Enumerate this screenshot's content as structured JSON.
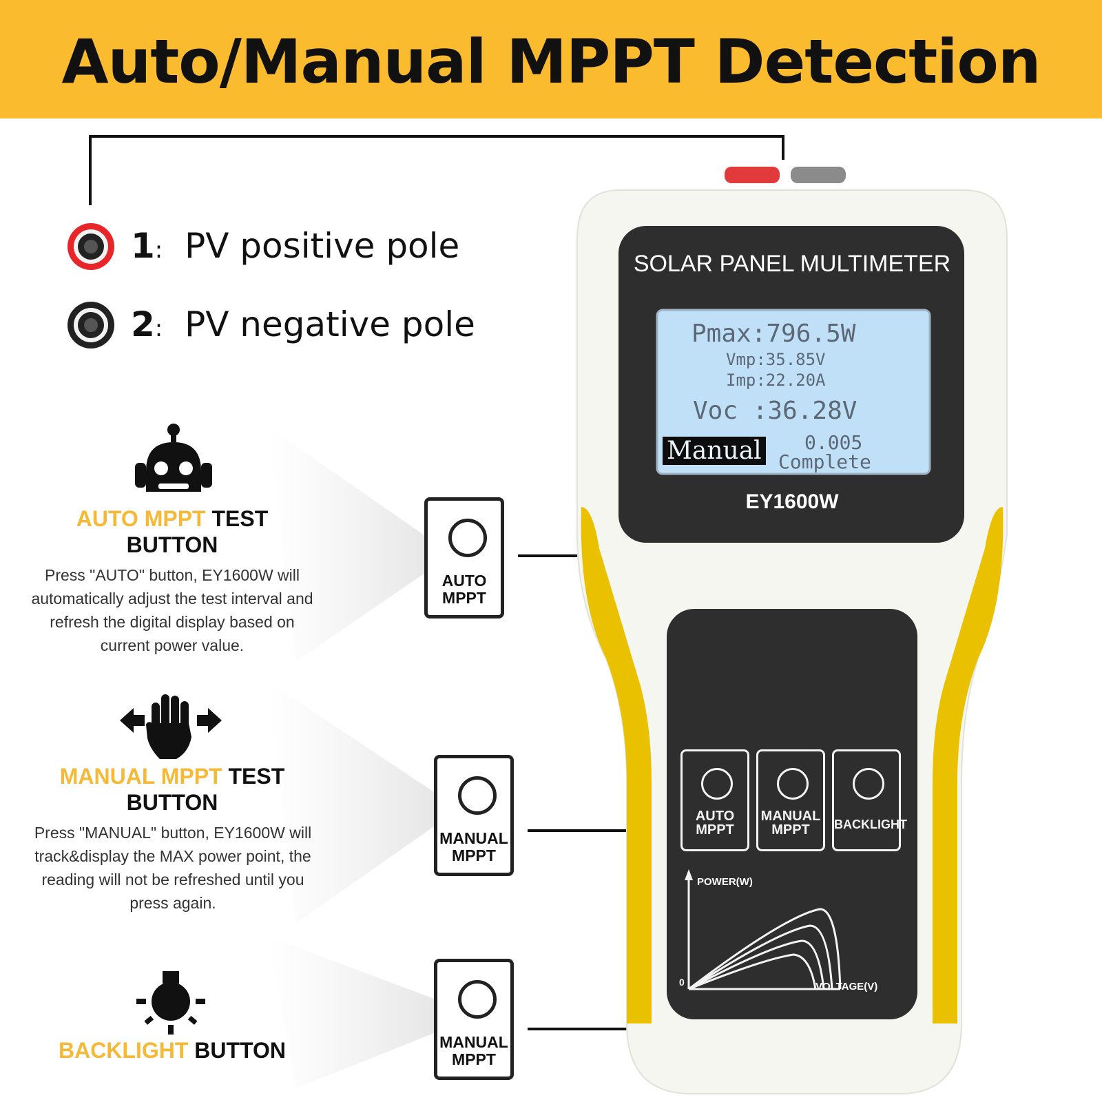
{
  "header": {
    "title": "Auto/Manual MPPT Detection"
  },
  "colors": {
    "banner": "#fbbb2e",
    "highlight": "#f5b936",
    "device_dark": "#2e2e2e",
    "device_shell": "#f6f6f0",
    "lcd": "#bfe0f6",
    "device_yellow": "#e9c100",
    "terminal_red": "#e8262a"
  },
  "terminals": [
    {
      "number": "1",
      "label": "PV positive pole",
      "icon": "red-terminal-icon"
    },
    {
      "number": "2",
      "label": "PV negative pole",
      "icon": "black-terminal-icon"
    }
  ],
  "sections": {
    "auto": {
      "icon": "robot-icon",
      "title_highlight": "AUTO MPPT",
      "title_rest": "TEST",
      "title_line2": "BUTTON",
      "description": "Press \"AUTO\" button, EY1600W will automatically adjust the test interval and refresh the digital display based on current power value."
    },
    "manual": {
      "icon": "hand-arrows-icon",
      "title_highlight": "MANUAL MPPT",
      "title_rest": "TEST",
      "title_line2": "BUTTON",
      "description": "Press \"MANUAL\" button, EY1600W will track&display the MAX power point, the reading will not be refreshed until you press again."
    },
    "backlight": {
      "icon": "lightbulb-icon",
      "title_highlight": "BACKLIGHT",
      "title_rest": "BUTTON"
    }
  },
  "callouts": [
    {
      "line1": "AUTO",
      "line2": "MPPT"
    },
    {
      "line1": "MANUAL",
      "line2": "MPPT"
    },
    {
      "line1": "MANUAL",
      "line2": "MPPT"
    }
  ],
  "device": {
    "brand_title": "SOLAR PANEL MULTIMETER",
    "model": "EY1600W",
    "lcd": {
      "pmax": "Pmax:796.5W",
      "vmp": "Vmp:35.85V",
      "imp": "Imp:22.20A",
      "voc": "Voc :36.28V",
      "mode": "Manual",
      "interval": "0.005",
      "status": "Complete"
    },
    "buttons": [
      {
        "line1": "AUTO",
        "line2": "MPPT"
      },
      {
        "line1": "MANUAL",
        "line2": "MPPT"
      },
      {
        "line1": "BACKLIGHT",
        "line2": ""
      }
    ],
    "graph": {
      "y_label": "POWER(W)",
      "x_label": "VOLTAGE(V)",
      "origin": "0"
    }
  }
}
